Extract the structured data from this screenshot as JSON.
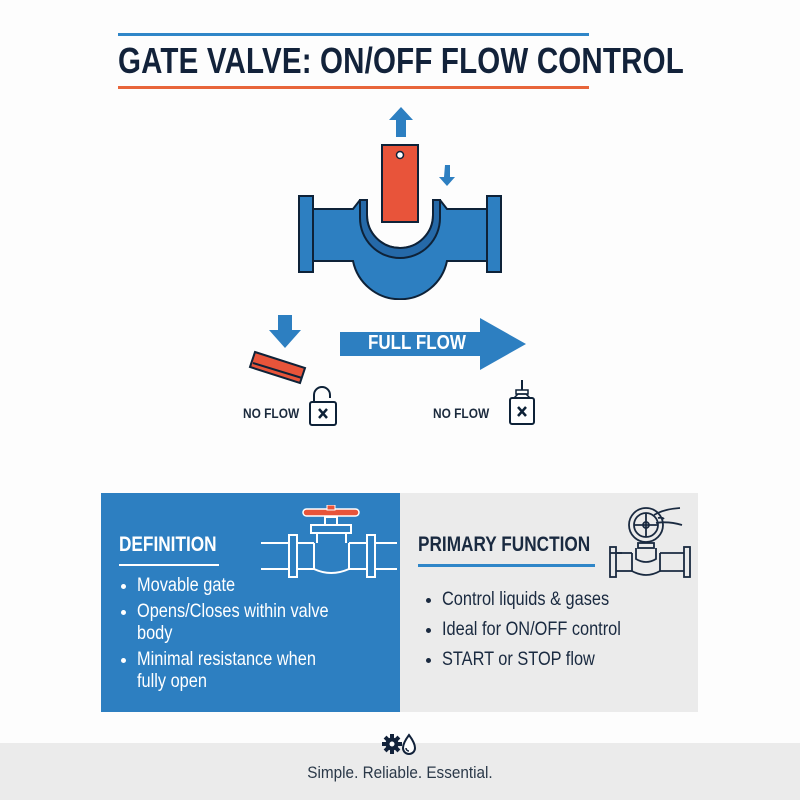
{
  "header": {
    "title": "GATE VALVE: ON/OFF FLOW CONTROL"
  },
  "diagram": {
    "main_valve": {
      "icons": [
        "gate-up-arrow-icon",
        "gate-plate-icon",
        "gate-down-arrow-icon",
        "pipe-body-icon"
      ]
    },
    "full_flow_label": "FULL FLOW",
    "left_state": {
      "label": "NO FLOW",
      "icons": [
        "down-arrow-icon",
        "tilted-gate-icon",
        "unlocked-padlock-x-icon"
      ]
    },
    "right_state": {
      "label": "NO FLOW",
      "icons": [
        "valve-stem-box-x-icon"
      ]
    }
  },
  "colors": {
    "blue": "#2d7fc1",
    "orange": "#e8653a",
    "navy": "#12223a",
    "panel_gray": "#ebebeb"
  },
  "definition": {
    "heading": "DEFINITION",
    "icon": "globe-valve-handwheel-icon",
    "bullets": [
      "Movable gate",
      "Opens/Closes within valve",
      "body",
      "Minimal resistance when",
      "fully open"
    ]
  },
  "primary_function": {
    "heading": "PRIMARY FUNCTION",
    "icon": "hand-turning-valve-wheel-icon",
    "bullets": [
      "Control liquids & gases",
      "Ideal for ON/OFF control",
      "START or STOP flow"
    ]
  },
  "footer": {
    "icon": "gear-droplet-icon",
    "tagline": "Simple. Reliable. Essential."
  }
}
